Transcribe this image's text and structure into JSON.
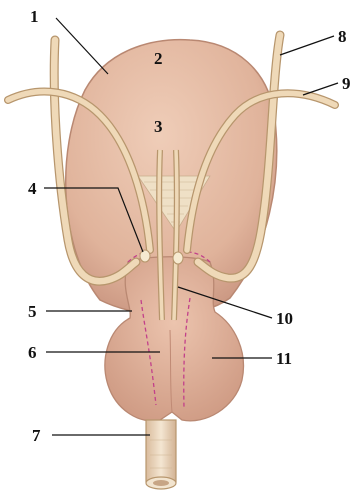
{
  "diagram": {
    "labels": [
      {
        "id": "1",
        "text": "1"
      },
      {
        "id": "2",
        "text": "2"
      },
      {
        "id": "3",
        "text": "3"
      },
      {
        "id": "4",
        "text": "4"
      },
      {
        "id": "5",
        "text": "5"
      },
      {
        "id": "6",
        "text": "6"
      },
      {
        "id": "7",
        "text": "7"
      },
      {
        "id": "8",
        "text": "8"
      },
      {
        "id": "9",
        "text": "9"
      },
      {
        "id": "10",
        "text": "10"
      },
      {
        "id": "11",
        "text": "11"
      }
    ],
    "colors": {
      "bladder": "#e2b79f",
      "bladder_edge": "#b98872",
      "duct": "#efd9b8",
      "duct_edge": "#b7966d",
      "prostate": "#dfac96",
      "dashed": "#c2408a",
      "leader": "#111111",
      "urethra": "#efdcc3"
    }
  }
}
